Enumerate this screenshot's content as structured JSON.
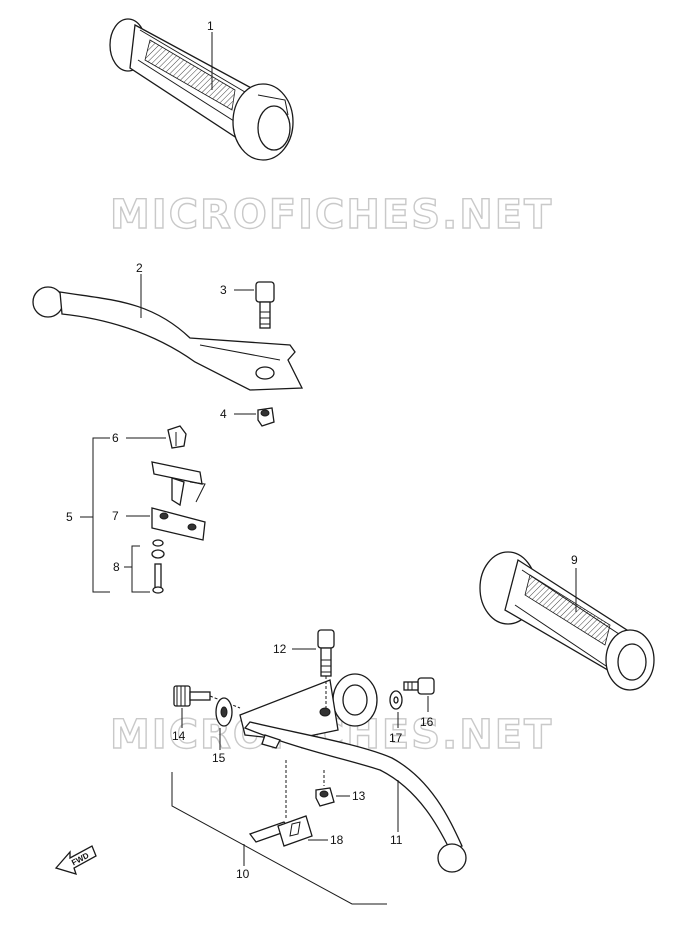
{
  "watermark": {
    "text_top": "MICROFICHES.NET",
    "text_bottom": "MICROFICHES.NET"
  },
  "callouts": {
    "c1": "1",
    "c2": "2",
    "c3": "3",
    "c4": "4",
    "c5": "5",
    "c6": "6",
    "c7": "7",
    "c8": "8",
    "c9": "9",
    "c10": "10",
    "c11": "11",
    "c12": "12",
    "c13": "13",
    "c14": "14",
    "c15": "15",
    "c16": "16",
    "c17": "17",
    "c18": "18"
  },
  "fwd_label": "FWD"
}
